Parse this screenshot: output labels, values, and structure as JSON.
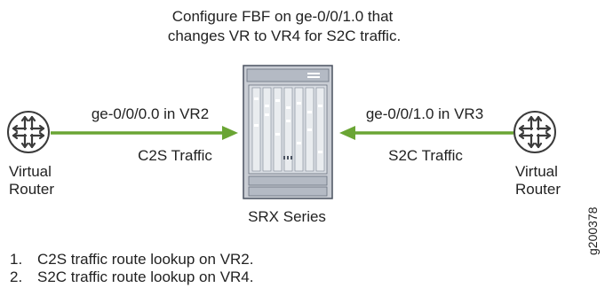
{
  "header": {
    "line1": "Configure FBF on ge-0/0/1.0 that",
    "line2": "changes VR to VR4 for S2C traffic."
  },
  "left_router": {
    "label_line1": "Virtual",
    "label_line2": "Router"
  },
  "right_router": {
    "label_line1": "Virtual",
    "label_line2": "Router"
  },
  "left_link": {
    "interface_label": "ge-0/0/0.0 in VR2",
    "traffic_label": "C2S Traffic"
  },
  "right_link": {
    "interface_label": "ge-0/0/1.0 in VR3",
    "traffic_label": "S2C Traffic"
  },
  "device": {
    "label": "SRX Series"
  },
  "notes": [
    {
      "num": "1.",
      "text": "C2S traffic route lookup on VR2."
    },
    {
      "num": "2.",
      "text": "S2C traffic route lookup on VR4."
    }
  ],
  "figure_id": "g200378",
  "colors": {
    "arrow": "#6aa534",
    "router_stroke": "#3b3b3b",
    "device_fill": "#c9cdd4",
    "device_stroke": "#4a5260"
  }
}
